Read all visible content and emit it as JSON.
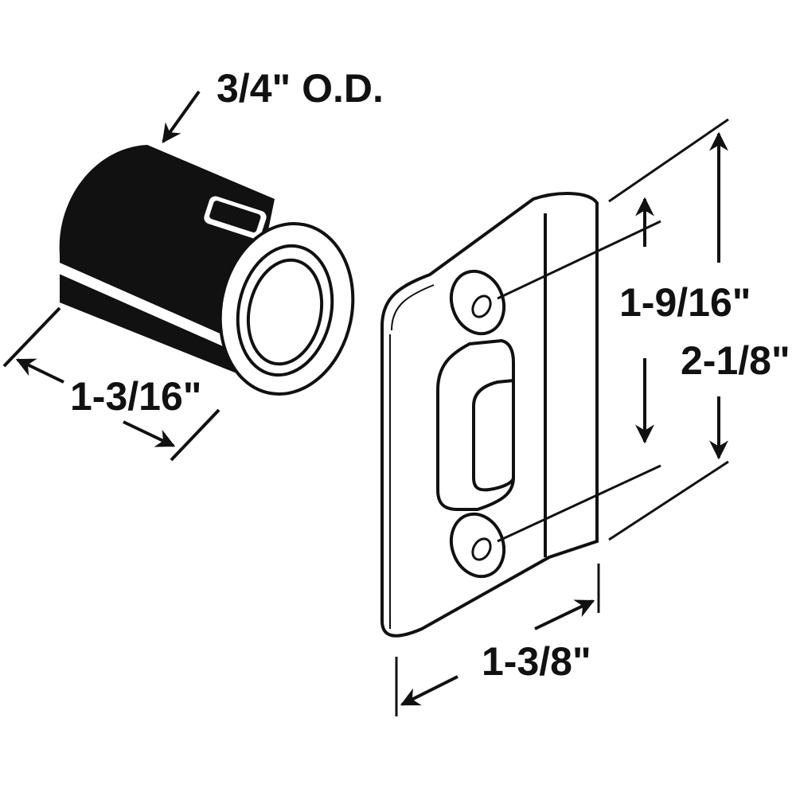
{
  "diagram": {
    "subject": "Door latch strike plate and ball catch housing with dimensions",
    "colors": {
      "ink": "#111111",
      "background": "#ffffff"
    },
    "parts": [
      {
        "name": "cylinder-housing",
        "dimensions": {
          "outer_diameter": "3/4\" O.D.",
          "length": "1-3/16\""
        }
      },
      {
        "name": "strike-plate",
        "dimensions": {
          "hole_spacing": "1-9/16\"",
          "height": "2-1/8\"",
          "width": "1-3/8\""
        }
      }
    ]
  },
  "labels": {
    "od": "3/4\" O.D.",
    "length": "1-3/16\"",
    "hole_spacing": "1-9/16\"",
    "height": "2-1/8\"",
    "width": "1-3/8\""
  }
}
